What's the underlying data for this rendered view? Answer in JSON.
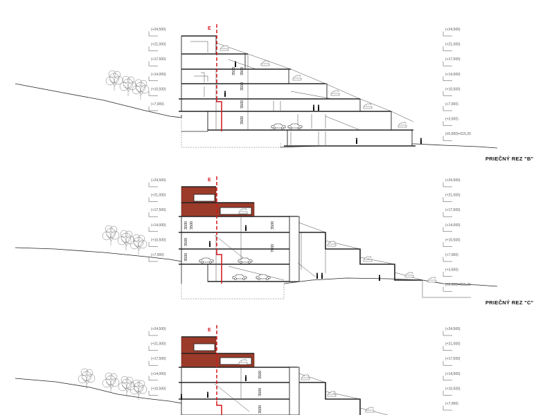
{
  "levels_left": [
    "(+24,500)",
    "(+21,000)",
    "(+17,500)",
    "(+14,000)",
    "(+10,500)",
    "(+7,000)"
  ],
  "levels_right_full": [
    "(+24,500)",
    "(+21,000)",
    "(+17,500)",
    "(+14,000)",
    "(+10,500)",
    "(+7,000)",
    "(+3,500)",
    "(±0,000)=215,20"
  ],
  "levels_right_c3": [
    "(+24,500)",
    "(+21,000)",
    "(+17,500)",
    "(+14,000)",
    "(+10,500)",
    "(+7,000)"
  ],
  "section_b": {
    "title": "PRIEČNÝ REZ \"B\"",
    "cut_label": "E",
    "dims": [
      "3500",
      "3500",
      "3500",
      "3500",
      "3500"
    ]
  },
  "section_c": {
    "title": "PRIEČNÝ REZ \"C\"",
    "cut_label": "E",
    "dims": [
      "3500",
      "3500",
      "3500",
      "3500",
      "7000",
      "3500"
    ]
  },
  "section_3": {
    "cut_label": "E",
    "dims": [
      "3500",
      "3500",
      "3500"
    ]
  },
  "colors": {
    "cut_line": "#d4151b",
    "brick": "#9c3b2a",
    "terrace": "#8a6a3b"
  }
}
